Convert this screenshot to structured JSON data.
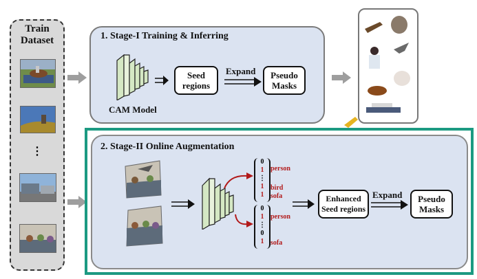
{
  "dataset": {
    "title_line1": "Train",
    "title_line2": "Dataset",
    "ellipsis": "⋮"
  },
  "stage1": {
    "title": "1. Stage-I Training  & Inferring",
    "model_label": "CAM Model",
    "seed_box": "Seed regions",
    "expand_label": "Expand",
    "pseudo_box": "Pseudo Masks"
  },
  "stage2": {
    "title": "2. Stage-II Online Augmentation",
    "vec1": [
      "0",
      "1",
      "⋮",
      "1",
      "1"
    ],
    "vec1_labels": [
      "person",
      "bird",
      "sofa"
    ],
    "vec2": [
      "0",
      "1",
      "⋮",
      "0",
      "1"
    ],
    "vec2_labels": [
      "person",
      "sofa"
    ],
    "enhanced_box": "Enhanced Seed regions",
    "expand_label": "Expand",
    "pseudo_box": "Pseudo Masks"
  },
  "colors": {
    "stage_fill": "#dbe3f1",
    "frame_green": "#1c9a82",
    "label_red": "#b21a1a",
    "cam_green": "#d5e8c4",
    "arrow_grey": "#9e9e9e"
  }
}
